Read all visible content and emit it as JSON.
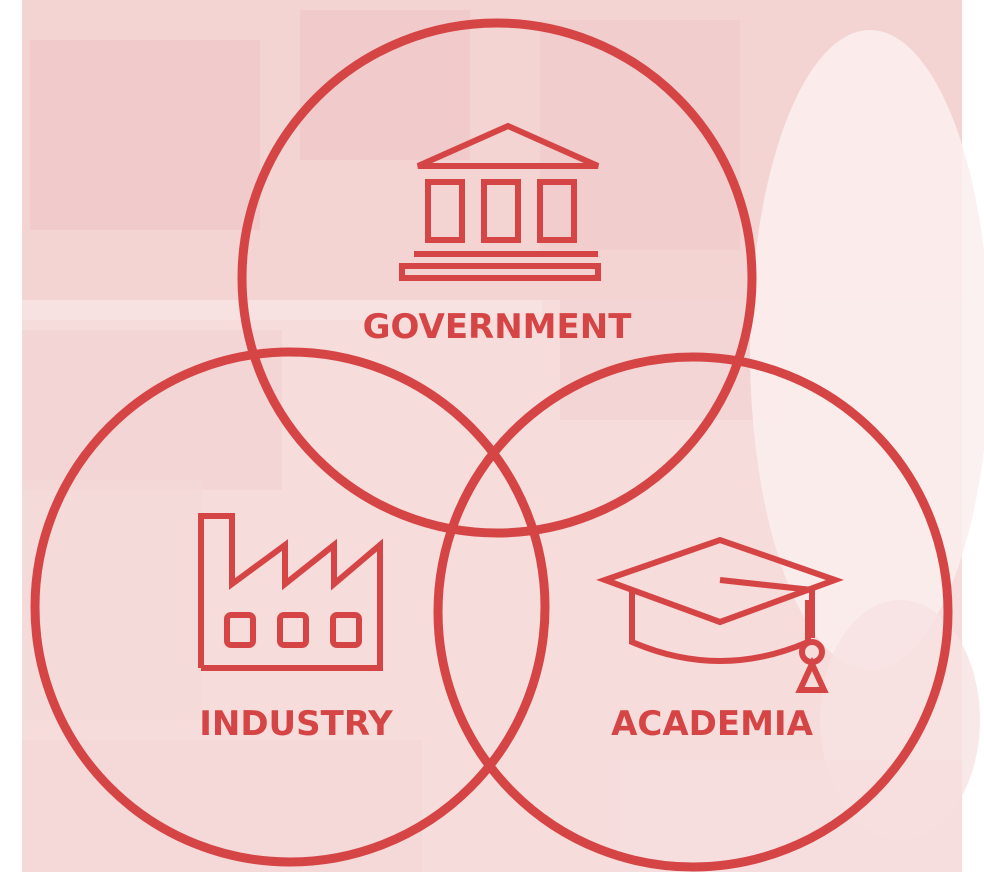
{
  "diagram": {
    "accent_color": "#d64545",
    "background_tint": "#f5d3d3",
    "circles": [
      {
        "id": "government",
        "label": "GOVERNMENT",
        "icon": "government-building-icon"
      },
      {
        "id": "industry",
        "label": "INDUSTRY",
        "icon": "factory-icon"
      },
      {
        "id": "academia",
        "label": "ACADEMIA",
        "icon": "graduation-cap-icon"
      }
    ]
  }
}
